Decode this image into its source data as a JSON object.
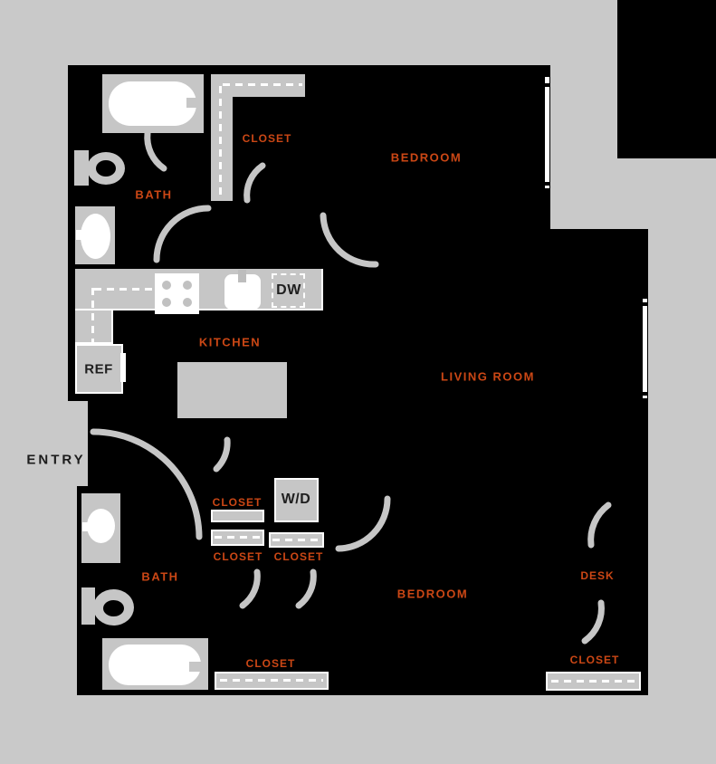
{
  "colors": {
    "background": "#c9c9c9",
    "unit_fill": "#000000",
    "fixture_gray": "#c6c6c6",
    "label_orange": "#cb4715",
    "white": "#ffffff"
  },
  "rooms": {
    "closet_top": "CLOSET",
    "bedroom_top": "BEDROOM",
    "bath_top": "BATH",
    "kitchen": "KITCHEN",
    "living_room": "LIVING ROOM",
    "closet_mid_top": "CLOSET",
    "closet_mid_left": "CLOSET",
    "closet_mid_right": "CLOSET",
    "bath_bottom": "BATH",
    "bedroom_bottom": "BEDROOM",
    "desk": "DESK",
    "closet_bottom_right": "CLOSET",
    "closet_bath_bottom": "CLOSET"
  },
  "appliances": {
    "refrigerator": "REF",
    "dishwasher": "DW",
    "washer_dryer": "W/D"
  },
  "entry_label": "ENTRY"
}
